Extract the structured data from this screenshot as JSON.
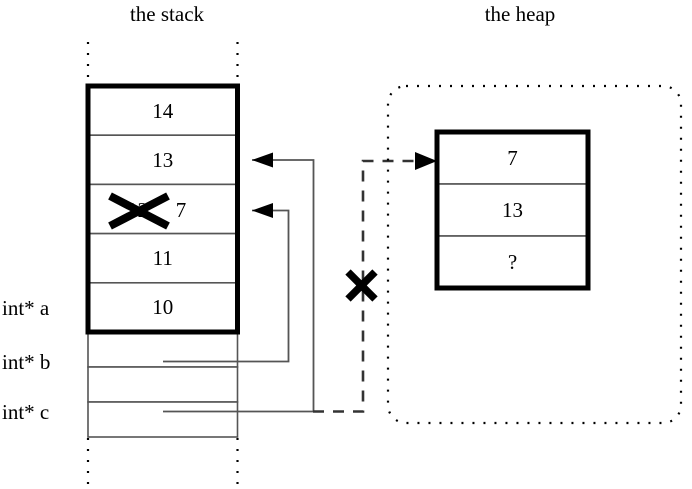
{
  "diagram": {
    "regions": {
      "stack": {
        "title": "the stack"
      },
      "heap": {
        "title": "the heap"
      }
    },
    "stack_frame": {
      "cells": [
        {
          "value": "14"
        },
        {
          "value": "13"
        },
        {
          "value": "7",
          "struck_value": "12",
          "struck": true
        },
        {
          "value": "11"
        },
        {
          "value": "10"
        }
      ]
    },
    "stack_variables": [
      {
        "label": "int* a"
      },
      {
        "label": "int* b"
      },
      {
        "label": "int* c"
      }
    ],
    "heap_block": {
      "cells": [
        {
          "value": "7"
        },
        {
          "value": "13"
        },
        {
          "value": "?"
        }
      ]
    },
    "markers": {
      "invalid_pointer": "x-cross-marker",
      "overwritten_value": "x-cross-marker"
    },
    "colors": {
      "ink": "#000000",
      "thin_line": "#555555",
      "background": "#ffffff"
    }
  }
}
